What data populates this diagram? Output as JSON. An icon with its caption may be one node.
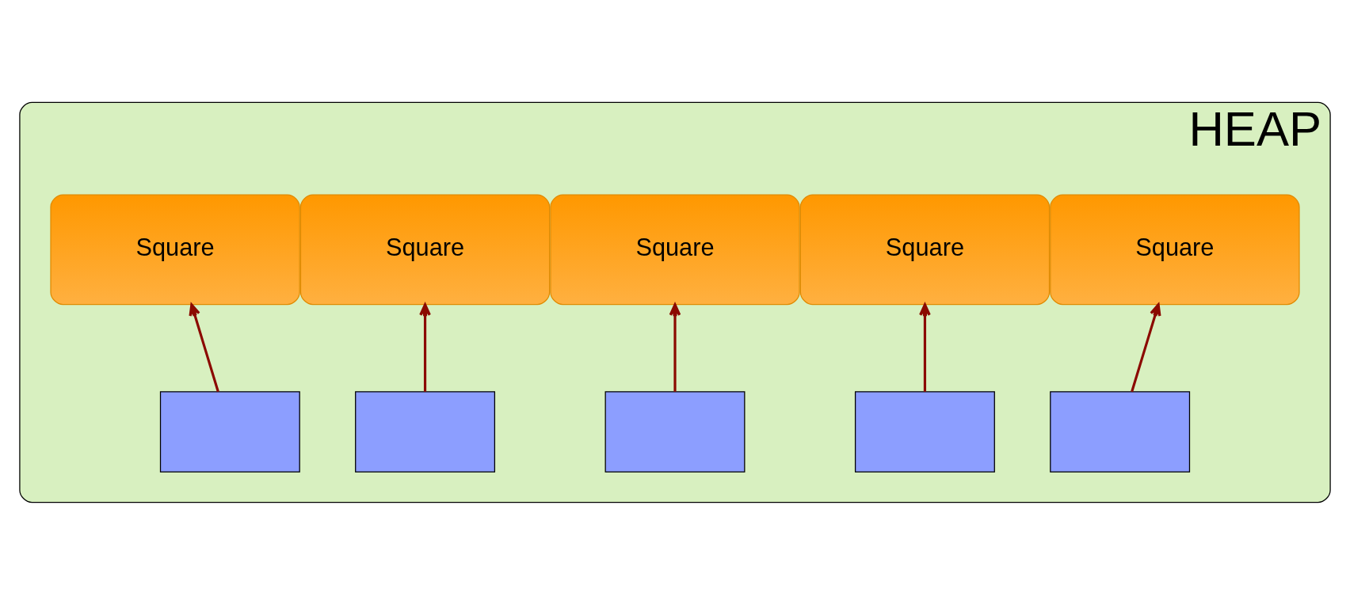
{
  "diagram": {
    "nodes": [
      {
        "text": [
          "HEAP"
        ]
      },
      {
        "text": [
          "Square"
        ],
        "in": 0
      },
      {
        "text": [
          "Square"
        ],
        "in": 0
      },
      {
        "text": [
          "Square"
        ],
        "in": 0
      },
      {
        "text": [
          "Square"
        ],
        "in": 0
      },
      {
        "text": [
          "Square"
        ],
        "in": 0
      },
      {
        "text": [],
        "shape": "box",
        "in": 0
      },
      {
        "text": [],
        "shape": "box",
        "in": 0
      },
      {
        "text": [],
        "shape": "box",
        "in": 0
      },
      {
        "text": [],
        "shape": "box",
        "in": 0
      },
      {
        "text": [],
        "shape": "box",
        "in": 0
      }
    ],
    "edges": [
      {
        "from": 6,
        "to": 1,
        "arrow": "to"
      },
      {
        "from": 7,
        "to": 2,
        "arrow": "to"
      },
      {
        "from": 8,
        "to": 3,
        "arrow": "to"
      },
      {
        "from": 9,
        "to": 4,
        "arrow": "to"
      },
      {
        "from": 10,
        "to": 5,
        "arrow": "to"
      }
    ]
  }
}
